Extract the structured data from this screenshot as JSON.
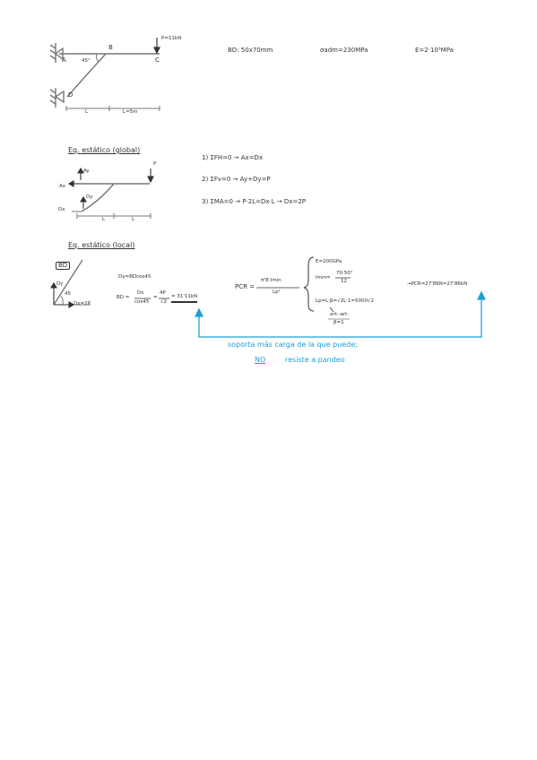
{
  "problem": {
    "label_A": "A",
    "label_B": "B",
    "label_C": "C",
    "label_D": "D",
    "angle": "45°",
    "load": "P=11kN",
    "span_1": "L",
    "span_2": "L=5m",
    "section": "BD: 50x70mm",
    "sigma_adm": "σadm=230MPa",
    "modulus": "E=2·10⁵MPa"
  },
  "global": {
    "heading": "Eq. estático (global)",
    "label_Ax": "Ax",
    "label_Ay": "Ay",
    "label_Dy": "Dy",
    "label_Dx": "Dx",
    "label_P": "P",
    "span_1": "L",
    "span_2": "L",
    "eq1": "1)  ΣFH=0 → Ax=Dx",
    "eq2": "2)  ΣFv=0 → Ay+Dy=P",
    "eq3": "3)  ΣMA=0 → P·2L=Dx·L → Dx=2P"
  },
  "local": {
    "heading": "Eq. estático (local)",
    "member": "BD",
    "label_Dy": "Dy",
    "angle": "45",
    "label_Dx": "Dx=2P",
    "eq_dy": "Dy=BDcos45",
    "eq_bd_lhs": "BD =",
    "eq_bd_f1_num": "Dx",
    "eq_bd_f1_den": "cos45",
    "eq_bd_eq": "=",
    "eq_bd_f2_num": "4P",
    "eq_bd_f2_den": "√2",
    "eq_bd_result": "= 31'11kN",
    "pcr_lhs": "PCR =",
    "pcr_num": "π²E·Imin",
    "pcr_den": "Lp²",
    "cond_E": "E=200GPa",
    "cond_Imin_lhs": "Imin=",
    "cond_Imin_num": "70·50³",
    "cond_Imin_den": "12",
    "cond_Lp": "Lp=L·β=√2L·1=5000√2",
    "cond_note_1": "art.-art.",
    "cond_note_2": "β=1",
    "pcr_result": "→PCR=27'86N=27'86kN"
  },
  "conclusion": {
    "line1": "soporta más carga de la que puede;",
    "line2_no": "NO",
    "line2_rest": "resiste a pandeo"
  }
}
